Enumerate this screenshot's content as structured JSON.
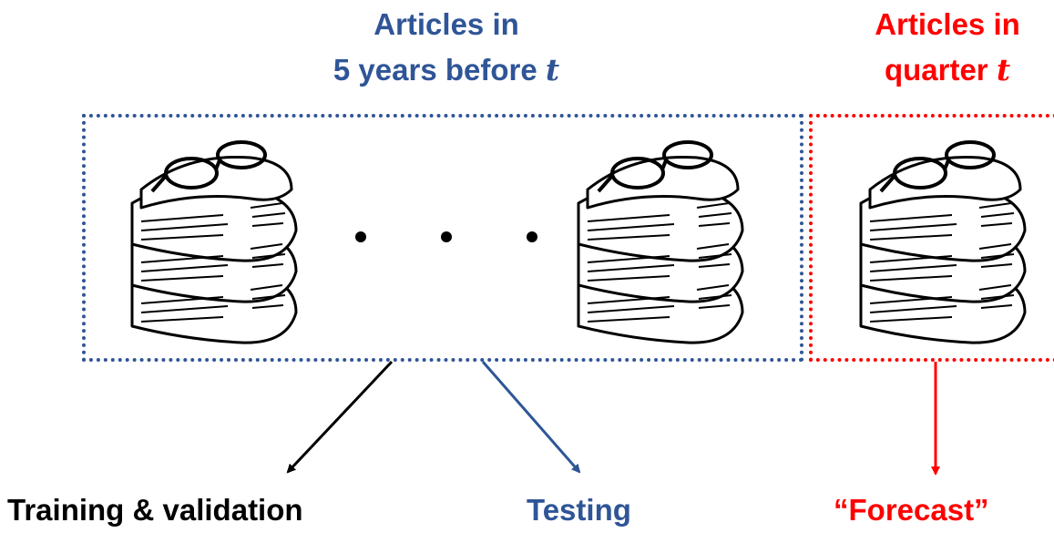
{
  "colors": {
    "past": "#2f5597",
    "current": "#ff0000",
    "train": "#000000",
    "test": "#2f5597",
    "forecast": "#ff0000"
  },
  "past_group": {
    "title_line1": "Articles in",
    "title_line2_prefix": "5 years before ",
    "title_var": "t"
  },
  "current_group": {
    "title_line1": "Articles in",
    "title_line2_prefix": "quarter ",
    "title_var": "t"
  },
  "icons": {
    "stack": "newspaper-stack-icon",
    "ellipsis": "ellipsis-icon"
  },
  "labels": {
    "train": "Training & validation",
    "test": "Testing",
    "forecast": "“Forecast”"
  }
}
